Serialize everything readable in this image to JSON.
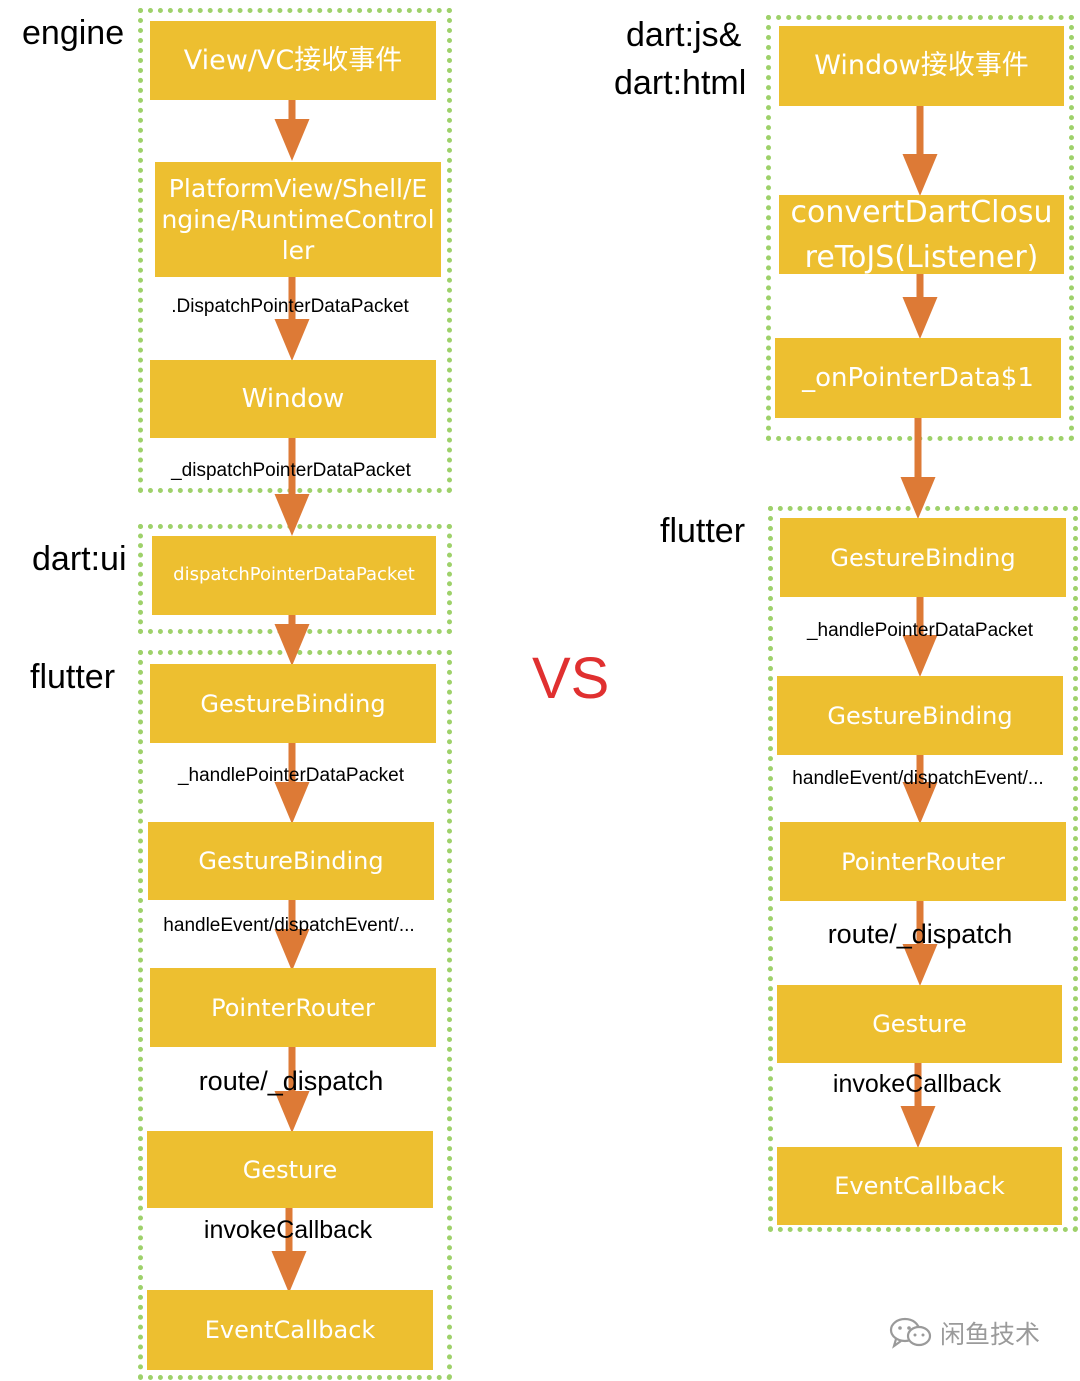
{
  "layers": {
    "engine": "engine",
    "dart_js_html_line1": "dart:js&",
    "dart_js_html_line2": "dart:html",
    "dart_ui": "dart:ui",
    "flutter_left": "flutter",
    "flutter_right": "flutter"
  },
  "vs": "VS",
  "left": {
    "view_vc": "View/VC接收事件",
    "platform_view": "PlatformView/Shell/Engine/RuntimeController",
    "dispatch_packet_label": ".DispatchPointerDataPacket",
    "window": "Window",
    "dispatch_private_label": "_dispatchPointerDataPacket",
    "dart_ui_dispatch": "dispatchPointerDataPacket",
    "gesture_binding_1": "GestureBinding",
    "handle_packet_label": "_handlePointerDataPacket",
    "gesture_binding_2": "GestureBinding",
    "handle_event_label": "handleEvent/dispatchEvent/...",
    "pointer_router": "PointerRouter",
    "route_label": "route/_dispatch",
    "gesture": "Gesture",
    "invoke_label": "invokeCallback",
    "event_callback": "EventCallback"
  },
  "right": {
    "window_event": "Window接收事件",
    "convert_closure": "convertDartClosureToJS(Listener)",
    "on_pointer_data": "_onPointerData$1",
    "gesture_binding_1": "GestureBinding",
    "handle_packet_label": "_handlePointerDataPacket",
    "gesture_binding_2": "GestureBinding",
    "handle_event_label": "handleEvent/dispatchEvent/...",
    "pointer_router": "PointerRouter",
    "route_label": "route/_dispatch",
    "gesture": "Gesture",
    "invoke_label": "invokeCallback",
    "event_callback": "EventCallback"
  },
  "watermark": "闲鱼技术",
  "colors": {
    "box_fill": "#edbf30",
    "arrow": "#dd7a36",
    "group_border": "#9ed16a",
    "vs": "#e03030"
  }
}
